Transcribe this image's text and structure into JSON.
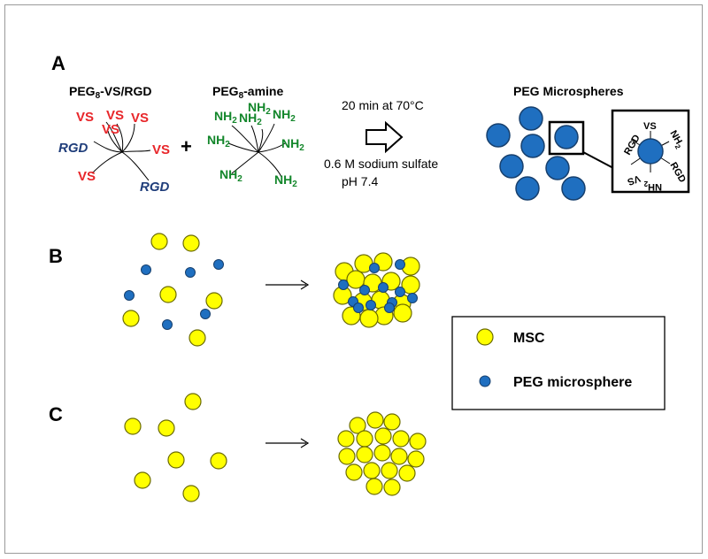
{
  "colors": {
    "msc": "#ffff00",
    "microsphere": "#1f6fc0",
    "vs": "#e8262a",
    "rgd": "#1f3d7a",
    "amine": "#12862a"
  },
  "panels": {
    "a": "A",
    "b": "B",
    "c": "C"
  },
  "reagents": {
    "vs_rgd_prefix": "PEG",
    "vs_rgd_sub": "8",
    "vs_rgd_suffix": "-VS/RGD",
    "amine_prefix": "PEG",
    "amine_sub": "8",
    "amine_suffix": "-amine",
    "plus": "+",
    "vs": "VS",
    "rgd": "RGD",
    "nh": "NH",
    "nh_sub": "2"
  },
  "conditions": {
    "time_temp": "20 min at  70°C",
    "salt": "0.6 M sodium  sulfate",
    "ph": "pH 7.4"
  },
  "product": {
    "title": "PEG Microspheres",
    "inset": {
      "vs": "VS",
      "rgd_left": "RGD",
      "rgd_right": "RGD",
      "nh_top": "NH",
      "nh_bottom": "NH",
      "sub": "2"
    }
  },
  "legend": {
    "msc": "MSC",
    "microsphere": "PEG microsphere"
  }
}
